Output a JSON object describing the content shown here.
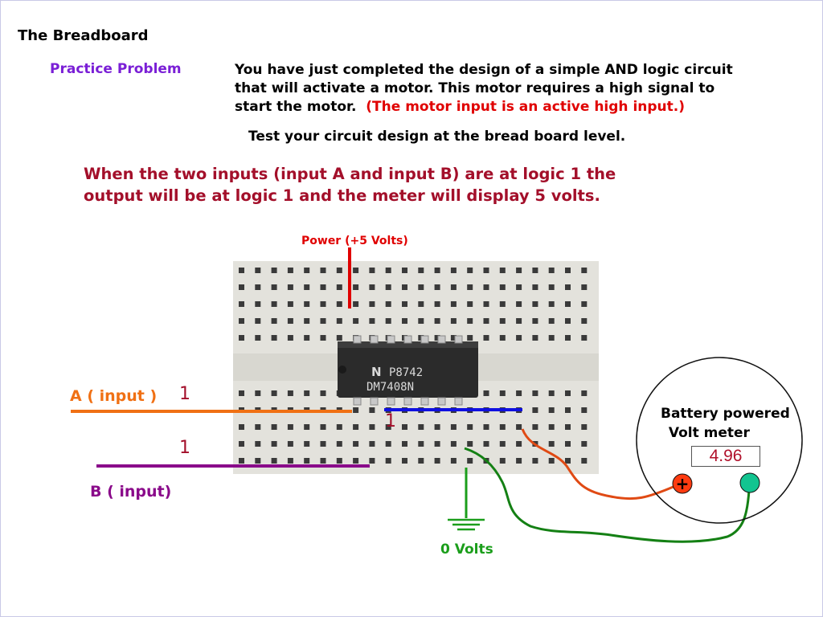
{
  "title": "The Breadboard",
  "practice_label": "Practice Problem",
  "description": {
    "line1": "You have just completed the design of a simple AND logic circuit",
    "line2": "that will activate a motor.  This motor requires a high signal to",
    "line3_start": "start the motor.  ",
    "line3_red": "(The motor input is an active high input.)"
  },
  "test_text": "Test your circuit design at the  bread board level.",
  "explanation": {
    "line1": "When the two inputs (input A and input B) are at logic 1 the",
    "line2": "output will be at logic 1 and the meter will display 5 volts."
  },
  "power_label": "Power  (+5 Volts)",
  "input_a": {
    "label": "A ( input )",
    "value": "1"
  },
  "input_b": {
    "label": "B ( input)",
    "value": "1"
  },
  "output_value": "1",
  "ground_label": "0 Volts",
  "chip_text": {
    "line1": "P8742",
    "line2": "DM7408N"
  },
  "meter": {
    "label_line1": "Battery powered",
    "label_line2": "Volt meter",
    "reading": "4.96",
    "plus_symbol": "+"
  },
  "colors": {
    "title_purple": "#7a1fd6",
    "emphasis_red": "#e00000",
    "explanation_maroon": "#a30f2a",
    "input_a_orange": "#f07014",
    "input_b_purple": "#8a0a8a",
    "output_blue": "#1010e0",
    "ground_green": "#1b9e1b"
  }
}
